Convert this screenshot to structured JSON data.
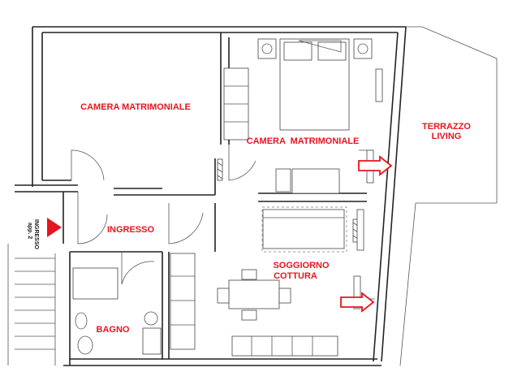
{
  "rooms": {
    "bedroom_1": "CAMERA MATRIMONIALE",
    "bedroom_2": "CAMERA  MATRIMONIALE",
    "terrace_line1": "TERRAZZO",
    "terrace_line2": "LIVING",
    "entrance": "INGRESSO",
    "living_line1": "SOGGIORNO",
    "living_line2": "COTTURA",
    "bathroom": "BAGNO"
  },
  "entrance_marker": {
    "line1": "INGRESSO",
    "line2": "app. 2",
    "color": "#e8141e"
  },
  "colors": {
    "label": "#e8141e",
    "arrow_fill": "#e8141e",
    "walls": "#222222"
  }
}
